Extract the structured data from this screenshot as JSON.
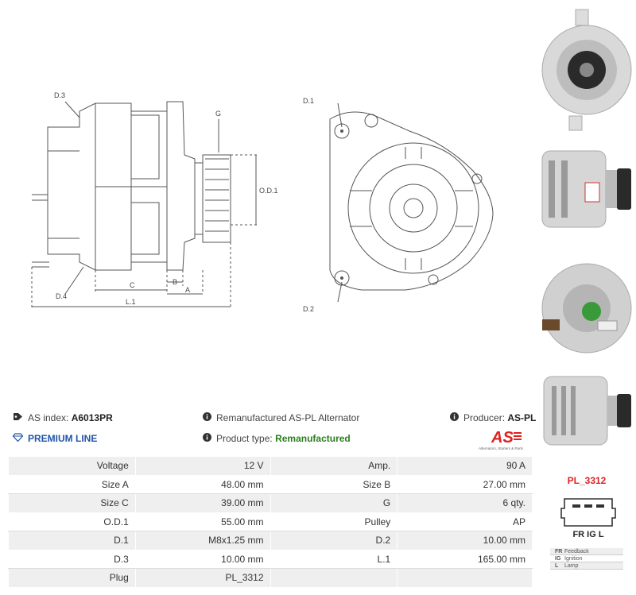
{
  "diagram_labels": {
    "d3": "D.3",
    "d4": "D.4",
    "g": "G",
    "od1": "O.D.1",
    "c": "C",
    "b": "B",
    "a": "A",
    "l1": "L.1",
    "d1": "D.1",
    "d2": "D.2"
  },
  "info": {
    "as_index_label": "AS index:",
    "as_index_value": "A6013PR",
    "premium": "PREMIUM LINE",
    "description": "Remanufactured AS-PL Alternator",
    "product_type_label": "Product type:",
    "product_type_value": "Remanufactured",
    "producer_label": "Producer:",
    "producer_value": "AS-PL"
  },
  "logo": {
    "mark": "AS",
    "tagline": "Alternators, Starters & Parts"
  },
  "specs": [
    {
      "k1": "Voltage",
      "v1": "12 V",
      "k2": "Amp.",
      "v2": "90 A"
    },
    {
      "k1": "Size A",
      "v1": "48.00 mm",
      "k2": "Size B",
      "v2": "27.00 mm"
    },
    {
      "k1": "Size C",
      "v1": "39.00 mm",
      "k2": "G",
      "v2": "6 qty."
    },
    {
      "k1": "O.D.1",
      "v1": "55.00 mm",
      "k2": "Pulley",
      "v2": "AP"
    },
    {
      "k1": "D.1",
      "v1": "M8x1.25 mm",
      "k2": "D.2",
      "v2": "10.00 mm"
    },
    {
      "k1": "D.3",
      "v1": "10.00 mm",
      "k2": "L.1",
      "v2": "165.00 mm"
    },
    {
      "k1": "Plug",
      "v1": "PL_3312",
      "k2": "",
      "v2": ""
    }
  ],
  "plug": {
    "name": "PL_3312",
    "pins": "FR IG L",
    "legend": [
      {
        "code": "FR",
        "desc": "Feedback"
      },
      {
        "code": "IG",
        "desc": "Ignition"
      },
      {
        "code": "L",
        "desc": "Lamp"
      }
    ]
  },
  "colors": {
    "accent_red": "#dd2222",
    "premium_blue": "#2255aa",
    "type_green": "#2e7d1f"
  }
}
